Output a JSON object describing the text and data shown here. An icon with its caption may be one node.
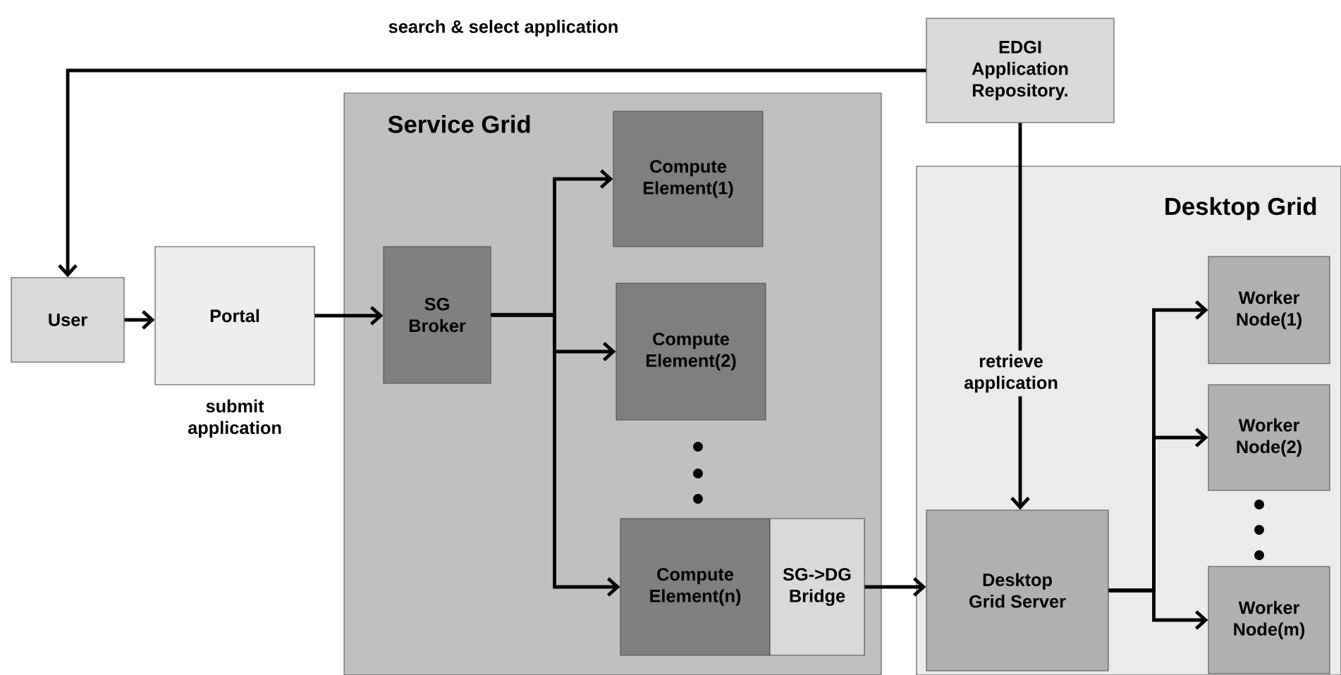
{
  "diagram": {
    "nodes": [
      {
        "text": [
          "Service Grid"
        ]
      },
      {
        "text": [
          "Desktop Grid"
        ]
      },
      {
        "text": [
          "User"
        ]
      },
      {
        "text": [
          "Portal"
        ],
        "beside": [
          "submit application"
        ]
      },
      {
        "text": [
          "SG Broker"
        ],
        "in": 0
      },
      {
        "text": [
          "Compute Element(1)"
        ],
        "in": 0
      },
      {
        "text": [
          "Compute Element(2)"
        ],
        "in": 0
      },
      {
        "text": [
          "Compute Element(n)"
        ],
        "in": 0
      },
      {
        "text": [
          "SG->DG Bridge"
        ],
        "in": 0
      },
      {
        "text": [
          "EDGI Application Repository."
        ]
      },
      {
        "text": [
          "Desktop Grid Server"
        ],
        "in": 1
      },
      {
        "text": [
          "Worker Node(1)"
        ],
        "in": 1
      },
      {
        "text": [
          "Worker Node(2)"
        ],
        "in": 1
      },
      {
        "text": [
          "Worker Node(m)"
        ],
        "in": 1
      }
    ],
    "edges": [
      {
        "from": 9,
        "to": 2,
        "arrow": "to",
        "label": "search & select application"
      },
      {
        "from": 2,
        "to": 3,
        "arrow": "to"
      },
      {
        "from": 3,
        "to": 4,
        "arrow": "to"
      },
      {
        "from": 4,
        "to": 5,
        "arrow": "to"
      },
      {
        "from": 4,
        "to": 6,
        "arrow": "to"
      },
      {
        "from": 4,
        "to": 7,
        "arrow": "to"
      },
      {
        "from": 8,
        "to": 10,
        "arrow": "to"
      },
      {
        "from": 9,
        "to": 10,
        "arrow": "to",
        "label": "retrieve application"
      },
      {
        "from": 10,
        "to": 11,
        "arrow": "to"
      },
      {
        "from": 10,
        "to": 12,
        "arrow": "to"
      },
      {
        "from": 10,
        "to": 13,
        "arrow": "to"
      }
    ]
  }
}
